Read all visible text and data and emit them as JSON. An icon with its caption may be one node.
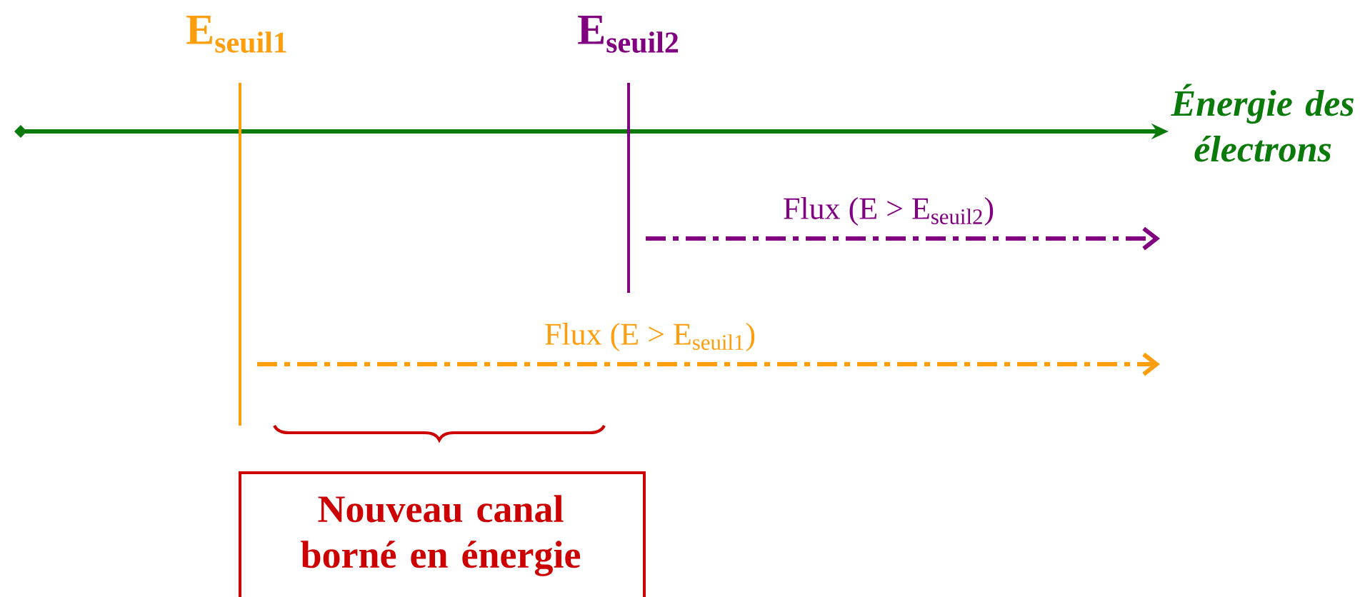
{
  "diagram": {
    "nodes": [
      {
        "text": [
          "Nouveau canal borné en énergie"
        ]
      }
    ],
    "labels": [
      "E$_{seuil1}$",
      "E$_{seuil2}$",
      "Énergie des électrons",
      "Flux (E > E$_{seuil2}$)",
      "Flux (E > E$_{seuil1}$)"
    ]
  }
}
